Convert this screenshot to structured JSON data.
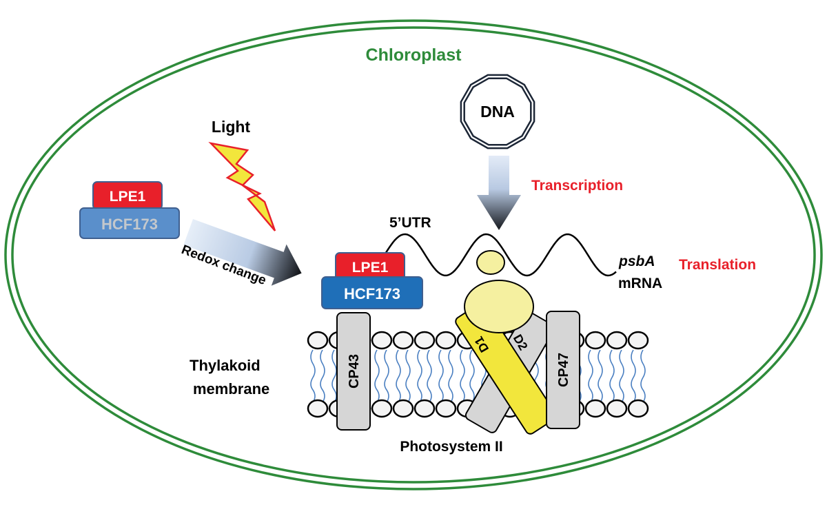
{
  "title": "Chloroplast",
  "colors": {
    "chloroplast_green": "#2e8b3a",
    "red_label": "#e8202a",
    "lpe1_fill": "#e8202a",
    "hcf173_fill_active": "#1f6fb8",
    "hcf173_fill_inactive": "#5a8fcb",
    "hcf173_text_inactive": "#c4c8cc",
    "yellow": "#f2e63c",
    "ribosome": "#f5f0a0",
    "protein_gray": "#d6d6d6",
    "lipid_tail": "#4a7fc1"
  },
  "labels": {
    "chloroplast": "Chloroplast",
    "dna": "DNA",
    "light": "Light",
    "transcription": "Transcription",
    "translation": "Translation",
    "utr": "5’UTR",
    "psba": "psbA",
    "mrna": "mRNA",
    "redox": "Redox change",
    "thylakoid_line1": "Thylakoid",
    "thylakoid_line2": "membrane",
    "photosystem": "Photosystem II"
  },
  "complex_inactive": {
    "top": "LPE1",
    "bottom": "HCF173"
  },
  "complex_active": {
    "top": "LPE1",
    "bottom": "HCF173"
  },
  "proteins": {
    "cp43": "CP43",
    "cp47": "CP47",
    "d1": "D1",
    "d2": "D2"
  }
}
